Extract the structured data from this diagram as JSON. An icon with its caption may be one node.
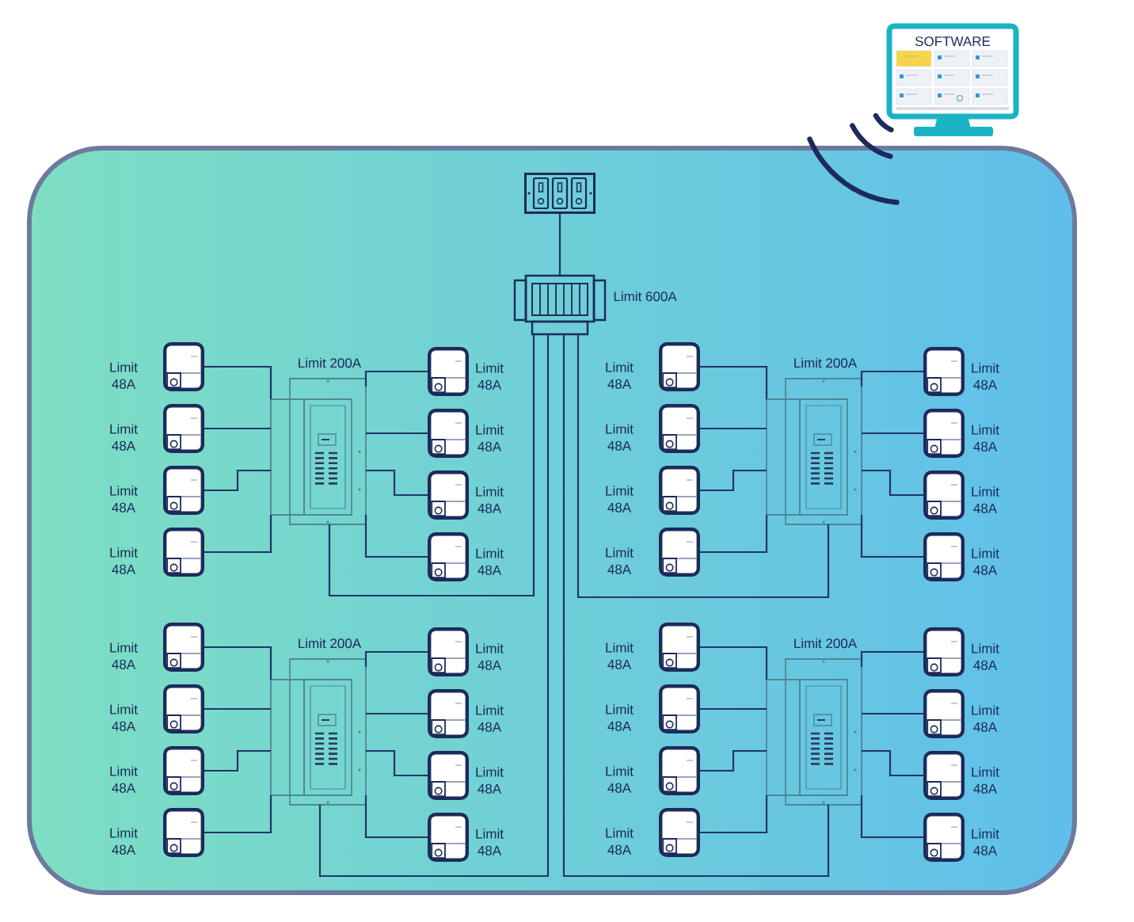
{
  "diagram": {
    "nodes": [
      {
        "text": [],
        "shape": "box"
      },
      {
        "text": [
          "SOFTWARE"
        ]
      },
      {
        "text": [],
        "shape": "picture",
        "in": 0
      },
      {
        "text": [],
        "shape": "picture",
        "in": 0,
        "beside": [
          "Limit 600A"
        ]
      },
      {
        "text": [],
        "shape": "picture",
        "in": 0,
        "beside": [
          "Limit 200A"
        ]
      },
      {
        "text": [],
        "shape": "picture",
        "in": 0,
        "beside": [
          "Limit 48A"
        ]
      },
      {
        "text": [],
        "shape": "picture",
        "in": 0,
        "beside": [
          "Limit 48A"
        ]
      },
      {
        "text": [],
        "shape": "picture",
        "in": 0,
        "beside": [
          "Limit 48A"
        ]
      },
      {
        "text": [],
        "shape": "picture",
        "in": 0,
        "beside": [
          "Limit 48A"
        ]
      },
      {
        "text": [],
        "shape": "picture",
        "in": 0,
        "beside": [
          "Limit 48A"
        ]
      },
      {
        "text": [],
        "shape": "picture",
        "in": 0,
        "beside": [
          "Limit 48A"
        ]
      },
      {
        "text": [],
        "shape": "picture",
        "in": 0,
        "beside": [
          "Limit 48A"
        ]
      },
      {
        "text": [],
        "shape": "picture",
        "in": 0,
        "beside": [
          "Limit 48A"
        ]
      },
      {
        "text": [],
        "shape": "picture",
        "in": 0,
        "beside": [
          "Limit 200A"
        ]
      },
      {
        "text": [],
        "shape": "picture",
        "in": 0,
        "beside": [
          "Limit 48A"
        ]
      },
      {
        "text": [],
        "shape": "picture",
        "in": 0,
        "beside": [
          "Limit 48A"
        ]
      },
      {
        "text": [],
        "shape": "picture",
        "in": 0,
        "beside": [
          "Limit 48A"
        ]
      },
      {
        "text": [],
        "shape": "picture",
        "in": 0,
        "beside": [
          "Limit 48A"
        ]
      },
      {
        "text": [],
        "shape": "picture",
        "in": 0,
        "beside": [
          "Limit 48A"
        ]
      },
      {
        "text": [],
        "shape": "picture",
        "in": 0,
        "beside": [
          "Limit 48A"
        ]
      },
      {
        "text": [],
        "shape": "picture",
        "in": 0,
        "beside": [
          "Limit 48A"
        ]
      },
      {
        "text": [],
        "shape": "picture",
        "in": 0,
        "beside": [
          "Limit 48A"
        ]
      },
      {
        "text": [],
        "shape": "picture",
        "in": 0,
        "beside": [
          "Limit 200A"
        ]
      },
      {
        "text": [],
        "shape": "picture",
        "in": 0,
        "beside": [
          "Limit 48A"
        ]
      },
      {
        "text": [],
        "shape": "picture",
        "in": 0,
        "beside": [
          "Limit 48A"
        ]
      },
      {
        "text": [],
        "shape": "picture",
        "in": 0,
        "beside": [
          "Limit 48A"
        ]
      },
      {
        "text": [],
        "shape": "picture",
        "in": 0,
        "beside": [
          "Limit 48A"
        ]
      },
      {
        "text": [],
        "shape": "picture",
        "in": 0,
        "beside": [
          "Limit 48A"
        ]
      },
      {
        "text": [],
        "shape": "picture",
        "in": 0,
        "beside": [
          "Limit 48A"
        ]
      },
      {
        "text": [],
        "shape": "picture",
        "in": 0,
        "beside": [
          "Limit 48A"
        ]
      },
      {
        "text": [],
        "shape": "picture",
        "in": 0,
        "beside": [
          "Limit 48A"
        ]
      },
      {
        "text": [],
        "shape": "picture",
        "in": 0,
        "beside": [
          "Limit 200A"
        ]
      },
      {
        "text": [],
        "shape": "picture",
        "in": 0,
        "beside": [
          "Limit 48A"
        ]
      },
      {
        "text": [],
        "shape": "picture",
        "in": 0,
        "beside": [
          "Limit 48A"
        ]
      },
      {
        "text": [],
        "shape": "picture",
        "in": 0,
        "beside": [
          "Limit 48A"
        ]
      },
      {
        "text": [],
        "shape": "picture",
        "in": 0,
        "beside": [
          "Limit 48A"
        ]
      },
      {
        "text": [],
        "shape": "picture",
        "in": 0,
        "beside": [
          "Limit 48A"
        ]
      },
      {
        "text": [],
        "shape": "picture",
        "in": 0,
        "beside": [
          "Limit 48A"
        ]
      },
      {
        "text": [],
        "shape": "picture",
        "in": 0,
        "beside": [
          "Limit 48A"
        ]
      },
      {
        "text": [],
        "shape": "picture",
        "in": 0,
        "beside": [
          "Limit 48A"
        ]
      }
    ],
    "edges": [
      {
        "from": 2,
        "to": 3,
        "arrow": "none"
      },
      {
        "from": 3,
        "to": 4,
        "arrow": "none"
      },
      {
        "from": 3,
        "to": 13,
        "arrow": "none"
      },
      {
        "from": 3,
        "to": 22,
        "arrow": "none"
      },
      {
        "from": 3,
        "to": 31,
        "arrow": "none"
      },
      {
        "from": 4,
        "to": 5,
        "arrow": "none"
      },
      {
        "from": 4,
        "to": 6,
        "arrow": "none"
      },
      {
        "from": 4,
        "to": 7,
        "arrow": "none"
      },
      {
        "from": 4,
        "to": 8,
        "arrow": "none"
      },
      {
        "from": 4,
        "to": 9,
        "arrow": "none"
      },
      {
        "from": 4,
        "to": 10,
        "arrow": "none"
      },
      {
        "from": 4,
        "to": 11,
        "arrow": "none"
      },
      {
        "from": 4,
        "to": 12,
        "arrow": "none"
      },
      {
        "from": 13,
        "to": 14,
        "arrow": "none"
      },
      {
        "from": 13,
        "to": 15,
        "arrow": "none"
      },
      {
        "from": 13,
        "to": 16,
        "arrow": "none"
      },
      {
        "from": 13,
        "to": 17,
        "arrow": "none"
      },
      {
        "from": 13,
        "to": 18,
        "arrow": "none"
      },
      {
        "from": 13,
        "to": 19,
        "arrow": "none"
      },
      {
        "from": 13,
        "to": 20,
        "arrow": "none"
      },
      {
        "from": 13,
        "to": 21,
        "arrow": "none"
      },
      {
        "from": 22,
        "to": 23,
        "arrow": "none"
      },
      {
        "from": 22,
        "to": 24,
        "arrow": "none"
      },
      {
        "from": 22,
        "to": 25,
        "arrow": "none"
      },
      {
        "from": 22,
        "to": 26,
        "arrow": "none"
      },
      {
        "from": 22,
        "to": 27,
        "arrow": "none"
      },
      {
        "from": 22,
        "to": 28,
        "arrow": "none"
      },
      {
        "from": 22,
        "to": 29,
        "arrow": "none"
      },
      {
        "from": 22,
        "to": 30,
        "arrow": "none"
      },
      {
        "from": 31,
        "to": 32,
        "arrow": "none"
      },
      {
        "from": 31,
        "to": 33,
        "arrow": "none"
      },
      {
        "from": 31,
        "to": 34,
        "arrow": "none"
      },
      {
        "from": 31,
        "to": 35,
        "arrow": "none"
      },
      {
        "from": 31,
        "to": 36,
        "arrow": "none"
      },
      {
        "from": 31,
        "to": 37,
        "arrow": "none"
      },
      {
        "from": 31,
        "to": 38,
        "arrow": "none"
      },
      {
        "from": 31,
        "to": 39,
        "arrow": "none"
      }
    ]
  }
}
